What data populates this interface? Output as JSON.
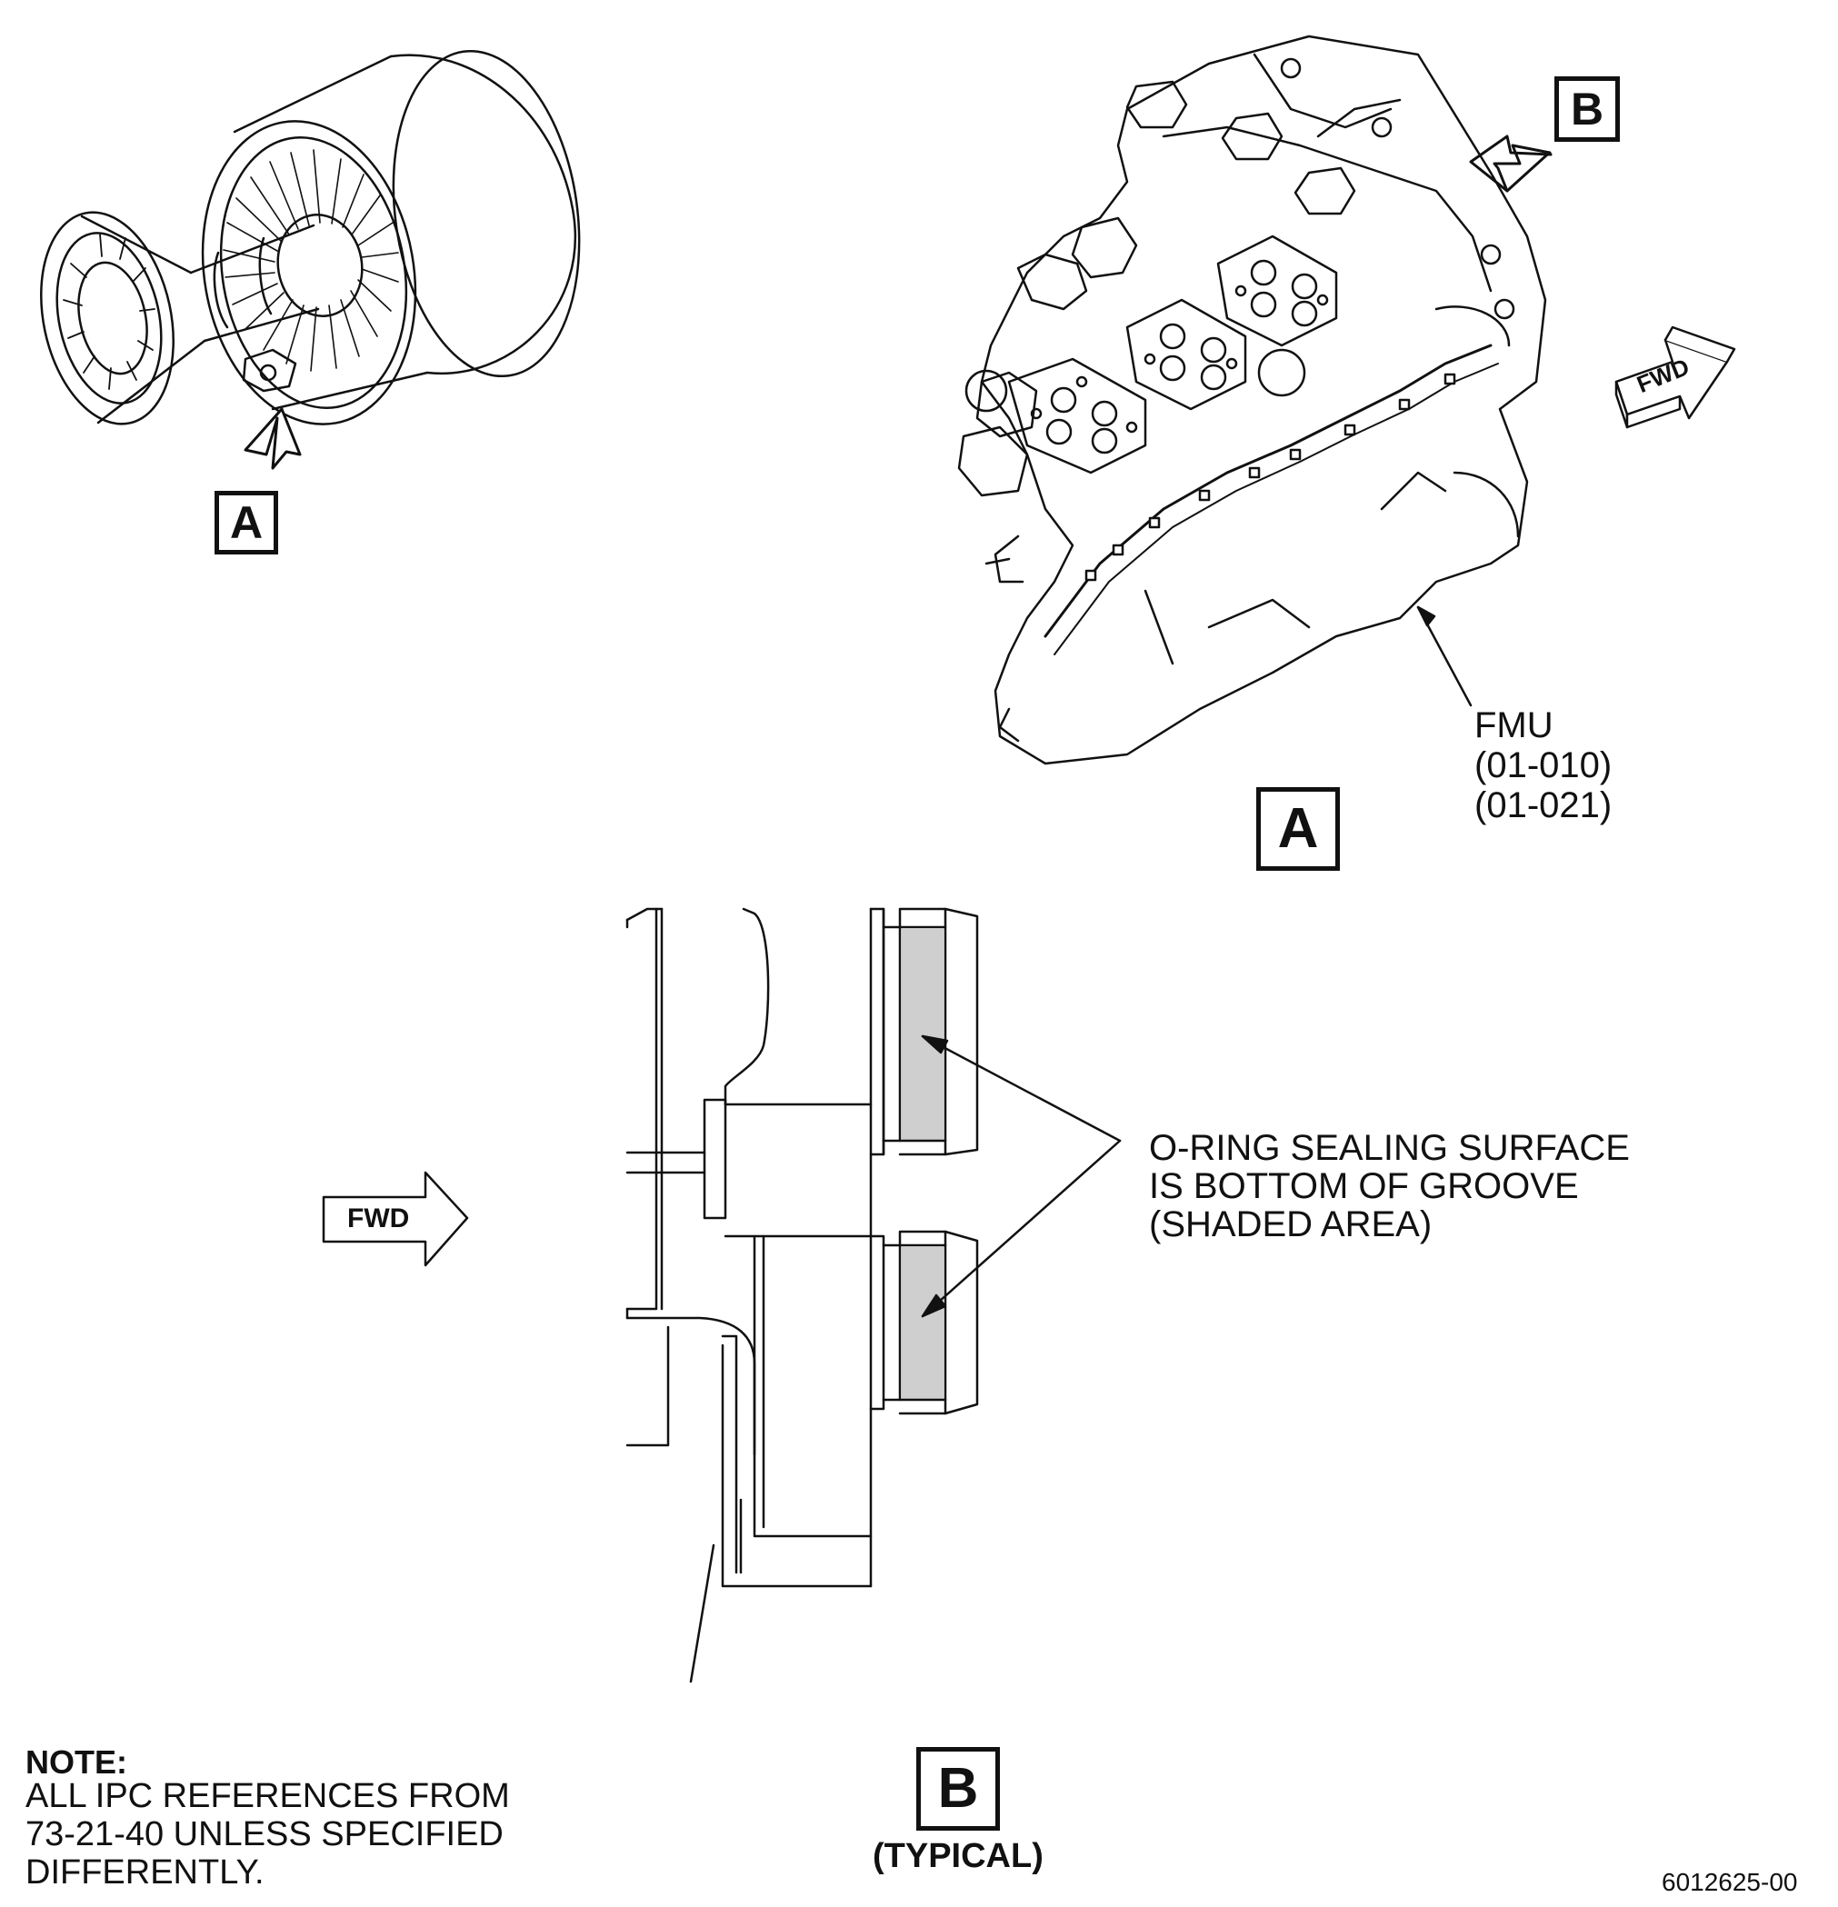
{
  "views": {
    "a_engine_marker": "A",
    "b_unit_marker": "B",
    "a_view_title": "A",
    "b_view_title": "B",
    "b_view_subtitle": "(TYPICAL)"
  },
  "fmu": {
    "label_lines": [
      "FMU",
      "(01-010)",
      "(01-021)"
    ]
  },
  "direction": {
    "fwd_top": "FWD",
    "fwd_detail": "FWD"
  },
  "callout": {
    "text_lines": [
      "O-RING SEALING SURFACE",
      "IS BOTTOM OF GROOVE",
      "(SHADED AREA)"
    ]
  },
  "note": {
    "title": "NOTE:",
    "body": "ALL IPC REFERENCES FROM\n73-21-40 UNLESS SPECIFIED\nDIFFERENTLY."
  },
  "figure_number": "6012625-00",
  "colors": {
    "ink": "#111111",
    "shade": "#cfcfcf"
  }
}
